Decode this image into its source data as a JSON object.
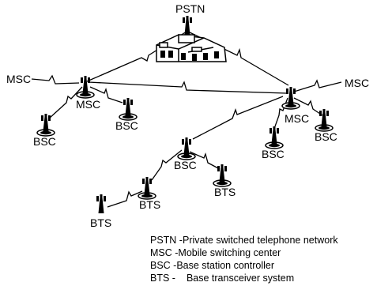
{
  "nodes": {
    "pstn": "PSTN",
    "msc_left_ext": "MSC",
    "msc_left": "MSC",
    "bsc_left_a": "BSC",
    "bsc_left_b": "BSC",
    "msc_right_ext": "MSC",
    "msc_right": "MSC",
    "bsc_right_a": "BSC",
    "bsc_right_b": "BSC",
    "bsc_center": "BSC",
    "bts_center": "BTS",
    "bts_mid": "BTS",
    "bts_far": "BTS"
  },
  "legend": [
    {
      "code": "PSTN - ",
      "desc": "Private switched telephone network"
    },
    {
      "code": "MSC - ",
      "desc": "Mobile switching center"
    },
    {
      "code": "BSC - ",
      "desc": "Base station controller"
    },
    {
      "code": "BTS - ",
      "desc": "Base transceiver system"
    }
  ],
  "colors": {
    "ink": "#000000",
    "background": "#ffffff"
  }
}
